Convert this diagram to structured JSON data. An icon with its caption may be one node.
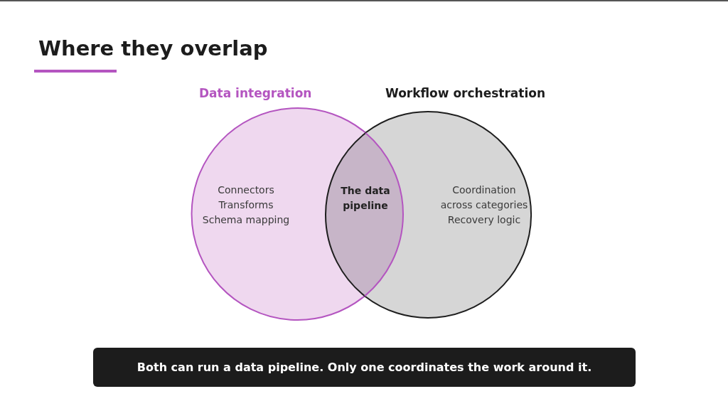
{
  "diagram": {
    "title": "Where they overlap",
    "nodes": [
      {
        "text": [
          "Data integration",
          "Connectors",
          "Transforms",
          "Schema mapping"
        ]
      },
      {
        "text": [
          "Workflow orchestration",
          "Coordination across categories",
          "Recovery logic"
        ]
      },
      {
        "text": [
          "The data pipeline"
        ]
      },
      {
        "text": [
          "Both can run a data pipeline. Only one coordinates the work around it."
        ]
      }
    ]
  }
}
